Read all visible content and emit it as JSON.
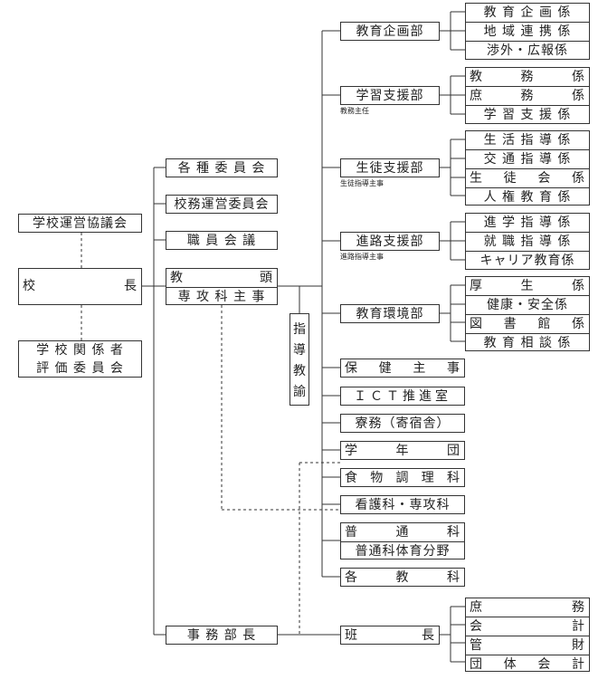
{
  "principal_side": {
    "council": "学校運営協議会",
    "principal": [
      "校",
      "長"
    ],
    "evaluation_committee": [
      "学 校 関 係 者",
      "評 価 委 員 会"
    ]
  },
  "level2": {
    "committees": "各 種 委 員 会",
    "management_committee": "校務運営委員会",
    "staff_meeting": "職 員 会 議",
    "vice_principal": [
      "教",
      "頭"
    ],
    "chief_course_head": "専 攻 科 主 事",
    "office_manager": "事 務 部 長"
  },
  "guidance_teacher": "指導教諭",
  "departments": [
    {
      "name": "教育企画部",
      "note": "",
      "sections": [
        "教 育 企 画 係",
        "地 域 連 携 係",
        "渉外・広報係"
      ]
    },
    {
      "name": "学習支援部",
      "note": "教務主任",
      "sections": [
        [
          "教",
          "務",
          "係"
        ],
        [
          "庶",
          "務",
          "係"
        ],
        "学 習 支 援 係"
      ]
    },
    {
      "name": "生徒支援部",
      "note": "生徒指導主事",
      "sections": [
        "生 活 指 導 係",
        "交 通 指 導 係",
        [
          "生",
          "徒",
          "会",
          "係"
        ],
        "人 権 教 育 係"
      ]
    },
    {
      "name": "進路支援部",
      "note": "進路指導主事",
      "sections": [
        "進 学 指 導 係",
        "就 職 指 導 係",
        "キャリア教育係"
      ]
    },
    {
      "name": "教育環境部",
      "note": "",
      "sections": [
        [
          "厚",
          "生",
          "係"
        ],
        "健康・安全係",
        [
          "図",
          "書",
          "館",
          "係"
        ],
        "教 育 相 談 係"
      ]
    }
  ],
  "other_units": {
    "health_officer": [
      "保",
      "健",
      "主",
      "事"
    ],
    "ict": "ＩＣＴ推進室",
    "dormitory": "寮務（寄宿舎）",
    "grade_group": [
      "学",
      "年",
      "団"
    ],
    "food": [
      "食",
      "物",
      "調",
      "理",
      "科"
    ],
    "nursing": "看護科・専攻科",
    "general": [
      "普",
      "通",
      "科"
    ],
    "general_pe": "普通科体育分野",
    "subjects": [
      "各",
      "教",
      "科"
    ]
  },
  "office": {
    "chief": [
      "班",
      "長"
    ],
    "sections": [
      [
        "庶",
        "務"
      ],
      [
        "会",
        "計"
      ],
      [
        "管",
        "財"
      ],
      [
        "団",
        "体",
        "会",
        "計"
      ]
    ]
  },
  "colors": {
    "line": "#333333",
    "text": "#222222",
    "background": "#ffffff"
  }
}
